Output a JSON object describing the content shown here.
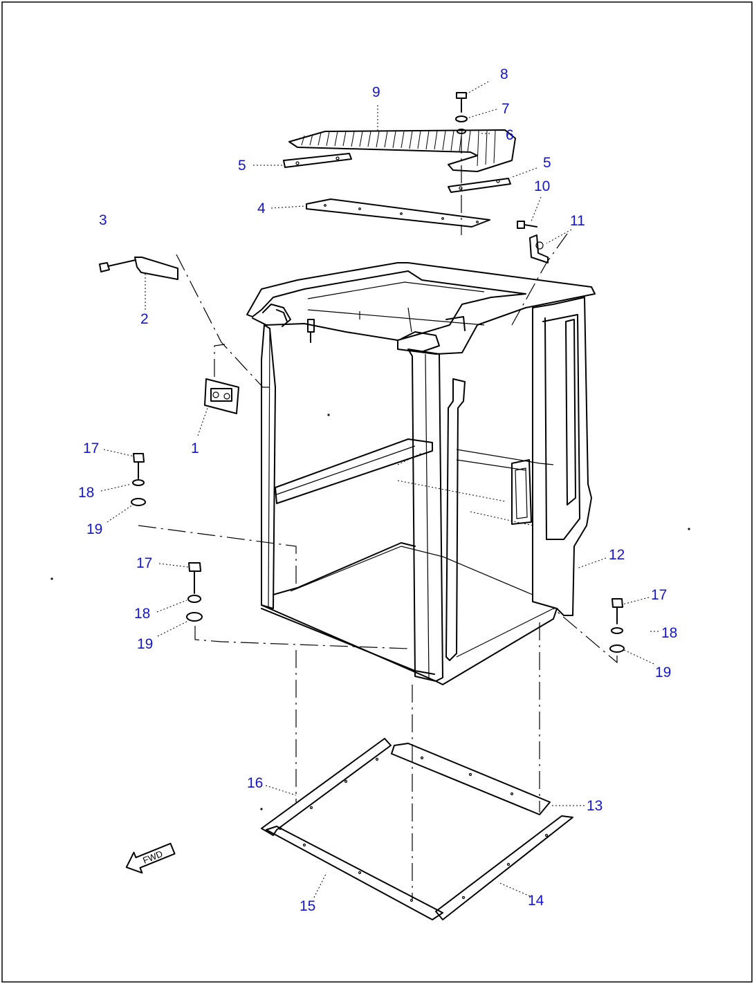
{
  "callouts": [
    {
      "id": "c9",
      "label": "9"
    },
    {
      "id": "c8",
      "label": "8"
    },
    {
      "id": "c7",
      "label": "7"
    },
    {
      "id": "c6",
      "label": "6"
    },
    {
      "id": "c5a",
      "label": "5"
    },
    {
      "id": "c5b",
      "label": "5"
    },
    {
      "id": "c4",
      "label": "4"
    },
    {
      "id": "c10",
      "label": "10"
    },
    {
      "id": "c11",
      "label": "11"
    },
    {
      "id": "c3",
      "label": "3"
    },
    {
      "id": "c2",
      "label": "2"
    },
    {
      "id": "c1",
      "label": "1"
    },
    {
      "id": "c17a",
      "label": "17"
    },
    {
      "id": "c18a",
      "label": "18"
    },
    {
      "id": "c19a",
      "label": "19"
    },
    {
      "id": "c17b",
      "label": "17"
    },
    {
      "id": "c18b",
      "label": "18"
    },
    {
      "id": "c19b",
      "label": "19"
    },
    {
      "id": "c12",
      "label": "12"
    },
    {
      "id": "c17c",
      "label": "17"
    },
    {
      "id": "c18c",
      "label": "18"
    },
    {
      "id": "c19c",
      "label": "19"
    },
    {
      "id": "c16",
      "label": "16"
    },
    {
      "id": "c13",
      "label": "13"
    },
    {
      "id": "c15",
      "label": "15"
    },
    {
      "id": "c14",
      "label": "14"
    }
  ],
  "direction_marker": {
    "label": "FWD",
    "icon": "forward-arrow-icon"
  }
}
